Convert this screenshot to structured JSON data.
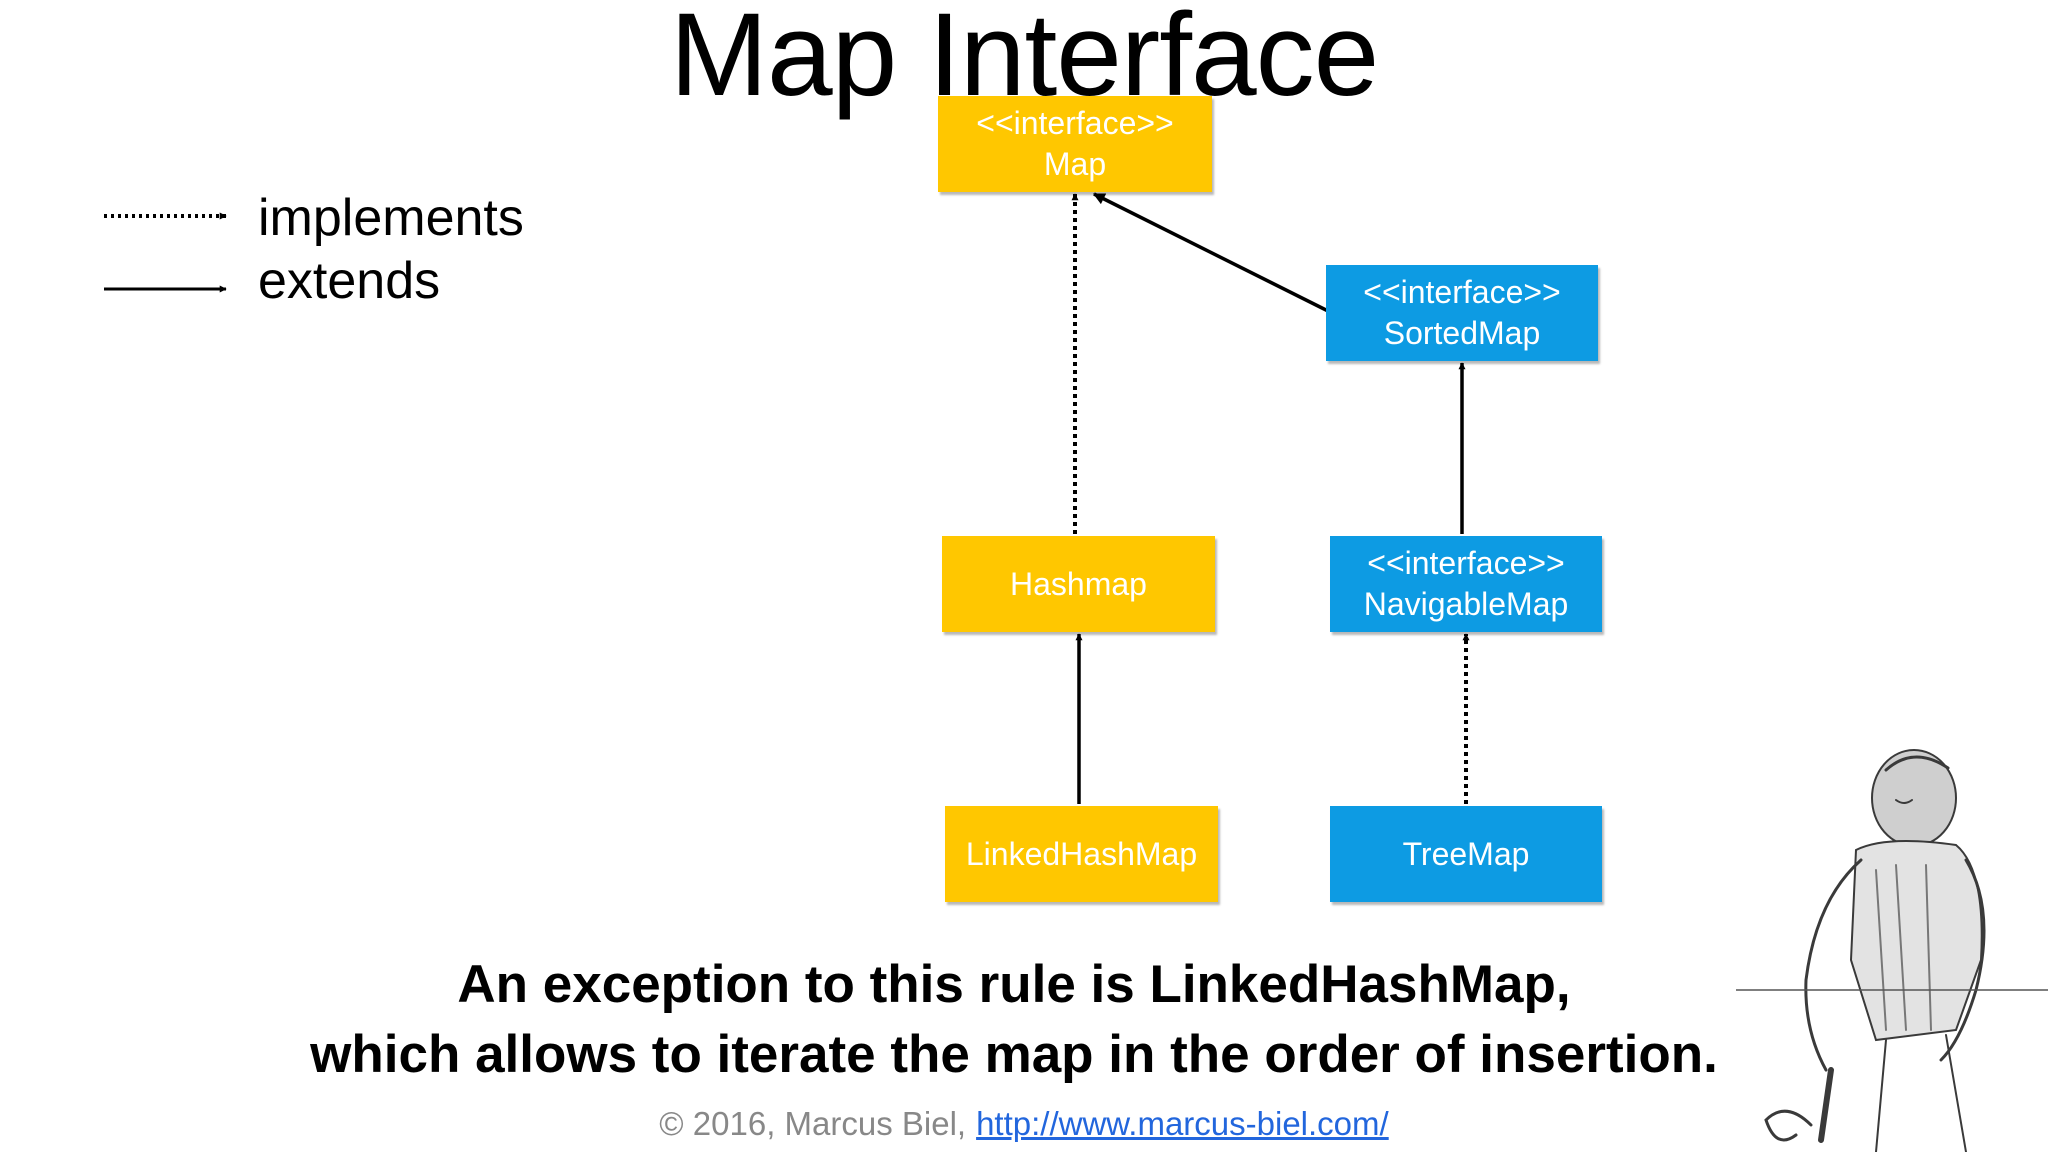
{
  "title": "Map Interface",
  "legend": {
    "implements_label": "implements",
    "extends_label": "extends"
  },
  "colors": {
    "yellow_node": "#FFC700",
    "blue_node": "#0D9BE3",
    "arrow": "#000000",
    "link": "#2266DD",
    "footer_text": "#888888"
  },
  "nodes": {
    "map": {
      "stereotype": "<<interface>>",
      "name": "Map",
      "color": "yellow"
    },
    "sortedmap": {
      "stereotype": "<<interface>>",
      "name": "SortedMap",
      "color": "blue"
    },
    "hashmap": {
      "name": "Hashmap",
      "color": "yellow"
    },
    "navigablemap": {
      "stereotype": "<<interface>>",
      "name": "NavigableMap",
      "color": "blue"
    },
    "linkedhashmap": {
      "name": "LinkedHashMap",
      "color": "yellow"
    },
    "treemap": {
      "name": "TreeMap",
      "color": "blue"
    }
  },
  "edges": [
    {
      "from": "Hashmap",
      "to": "Map",
      "type": "implements"
    },
    {
      "from": "SortedMap",
      "to": "Map",
      "type": "extends"
    },
    {
      "from": "NavigableMap",
      "to": "SortedMap",
      "type": "extends"
    },
    {
      "from": "LinkedHashMap",
      "to": "Hashmap",
      "type": "extends"
    },
    {
      "from": "TreeMap",
      "to": "NavigableMap",
      "type": "implements"
    }
  ],
  "caption": {
    "line1": "An exception to this rule is LinkedHashMap,",
    "line2": "which allows to iterate the map in the order of insertion."
  },
  "footer": {
    "copyright": "© 2016, Marcus Biel,",
    "link_text": "http://www.marcus-biel.com/"
  },
  "illustration_icon": "craftsman-sketch-icon"
}
